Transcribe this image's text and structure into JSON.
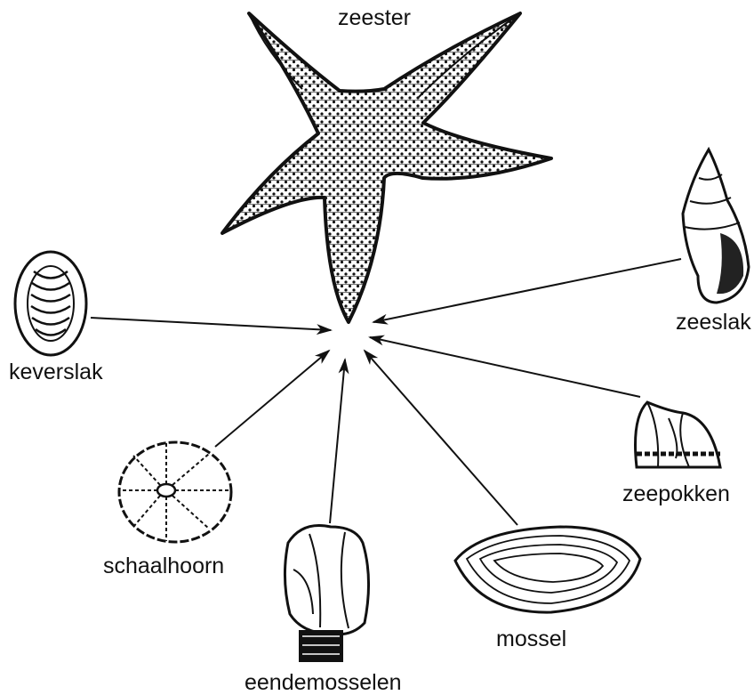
{
  "labels": {
    "zeester": "zeester",
    "keverslak": "keverslak",
    "zeeslak": "zeeslak",
    "zeepokken": "zeepokken",
    "schaalhoorn": "schaalhoorn",
    "mossel": "mossel",
    "eendemosselen": "eendemosselen"
  },
  "colors": {
    "ink": "#111111",
    "background": "#ffffff"
  },
  "relations": [
    {
      "from": "keverslak",
      "to": "zeester"
    },
    {
      "from": "zeeslak",
      "to": "zeester"
    },
    {
      "from": "zeepokken",
      "to": "zeester"
    },
    {
      "from": "schaalhoorn",
      "to": "zeester"
    },
    {
      "from": "eendemosselen",
      "to": "zeester"
    },
    {
      "from": "mossel",
      "to": "zeester"
    }
  ]
}
